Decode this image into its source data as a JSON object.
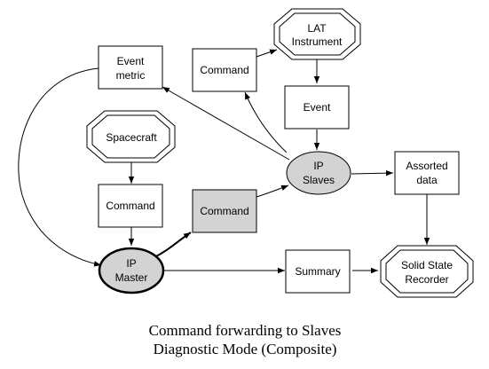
{
  "nodes": {
    "event_metric": {
      "lines": [
        "Event",
        "metric"
      ]
    },
    "command_top": {
      "lines": [
        "Command"
      ]
    },
    "lat_instrument": {
      "lines": [
        "LAT",
        "Instrument"
      ]
    },
    "event": {
      "lines": [
        "Event"
      ]
    },
    "spacecraft": {
      "lines": [
        "Spacecraft"
      ]
    },
    "ip_slaves": {
      "lines": [
        "IP",
        "Slaves"
      ]
    },
    "assorted_data": {
      "lines": [
        "Assorted",
        "data"
      ]
    },
    "command_left": {
      "lines": [
        "Command"
      ]
    },
    "command_shaded": {
      "lines": [
        "Command"
      ]
    },
    "ip_master": {
      "lines": [
        "IP",
        "Master"
      ]
    },
    "summary": {
      "lines": [
        "Summary"
      ]
    },
    "solid_state_recorder": {
      "lines": [
        "Solid State",
        "Recorder"
      ]
    }
  },
  "caption": {
    "line1": "Command forwarding to Slaves",
    "line2": "Diagnostic Mode (Composite)"
  },
  "colors": {
    "shaded_fill": "#d3d3d3",
    "stroke": "#000000",
    "background": "#ffffff"
  }
}
